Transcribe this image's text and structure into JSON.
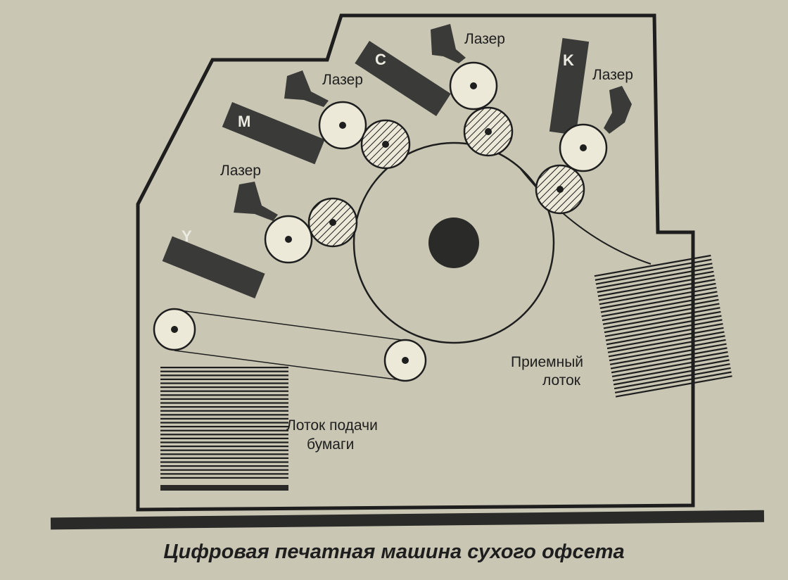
{
  "colors": {
    "paper": "#c9c6b4",
    "ink": "#1e1e1e",
    "roller_fill": "#ece9d8",
    "cartridge": "#3a3a38"
  },
  "labels": {
    "laser": "Лазер",
    "output_tray_line1": "Приемный",
    "output_tray_line2": "лоток",
    "feed_tray_line1": "Лоток подачи",
    "feed_tray_line2": "бумаги"
  },
  "units": [
    {
      "letter": "Y"
    },
    {
      "letter": "M"
    },
    {
      "letter": "C"
    },
    {
      "letter": "K"
    }
  ],
  "caption": "Цифровая печатная машина сухого офсета"
}
